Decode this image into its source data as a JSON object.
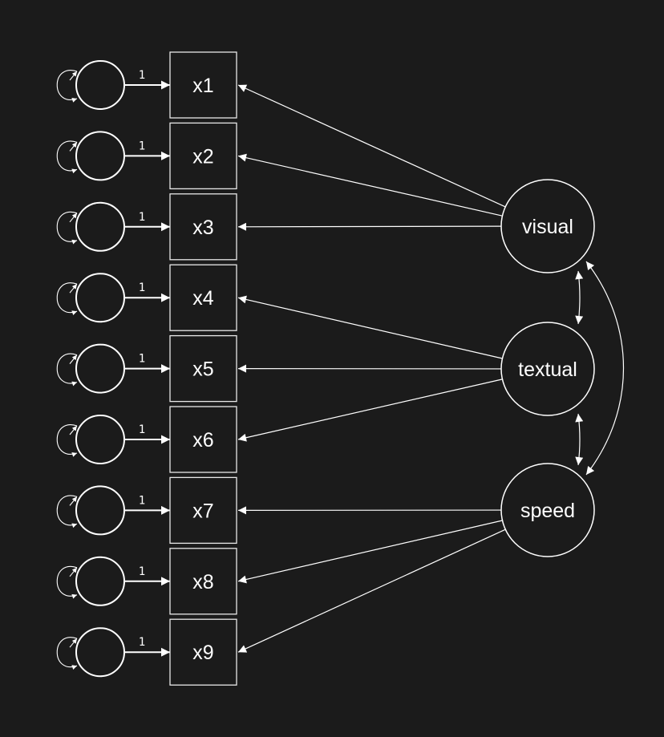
{
  "diagram": {
    "background_color": "#1b1b1b",
    "line_color": "#ffffff",
    "latent_variables": [
      {
        "id": "visual",
        "label": "visual"
      },
      {
        "id": "textual",
        "label": "textual"
      },
      {
        "id": "speed",
        "label": "speed"
      }
    ],
    "observed_variables": [
      {
        "id": "x1",
        "label": "x1",
        "factor": "visual",
        "error_loading": "1"
      },
      {
        "id": "x2",
        "label": "x2",
        "factor": "visual",
        "error_loading": "1"
      },
      {
        "id": "x3",
        "label": "x3",
        "factor": "visual",
        "error_loading": "1"
      },
      {
        "id": "x4",
        "label": "x4",
        "factor": "textual",
        "error_loading": "1"
      },
      {
        "id": "x5",
        "label": "x5",
        "factor": "textual",
        "error_loading": "1"
      },
      {
        "id": "x6",
        "label": "x6",
        "factor": "textual",
        "error_loading": "1"
      },
      {
        "id": "x7",
        "label": "x7",
        "factor": "speed",
        "error_loading": "1"
      },
      {
        "id": "x8",
        "label": "x8",
        "factor": "speed",
        "error_loading": "1"
      },
      {
        "id": "x9",
        "label": "x9",
        "factor": "speed",
        "error_loading": "1"
      }
    ],
    "covariances": [
      {
        "from": "visual",
        "to": "textual"
      },
      {
        "from": "textual",
        "to": "speed"
      },
      {
        "from": "visual",
        "to": "speed"
      }
    ]
  }
}
